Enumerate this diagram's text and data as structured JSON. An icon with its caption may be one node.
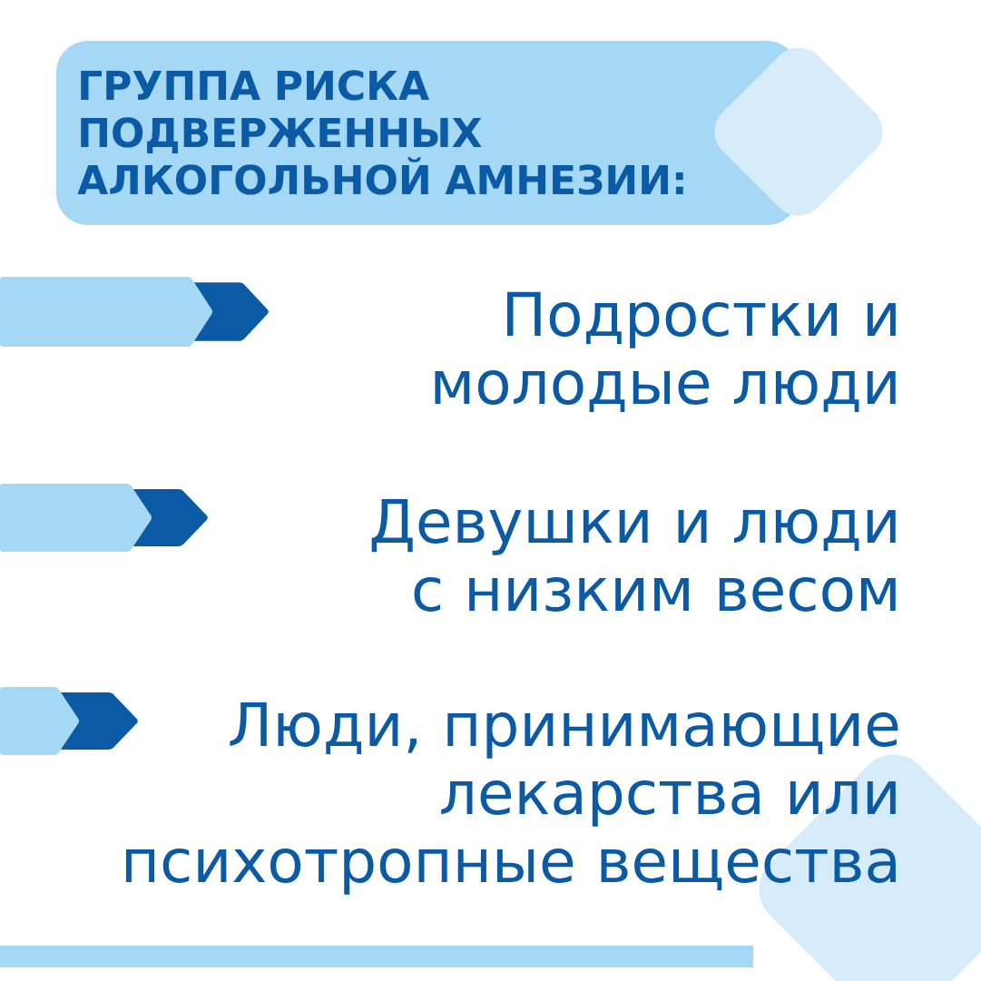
{
  "diagram": {
    "title": "ГРУППА РИСКА ПОДВЕРЖЕННЫХ АЛКОГОЛЬНОЙ АМНЕЗИИ:",
    "labels": [
      "Подростки и молодые люди",
      "Девушки и люди с низким весом",
      "Люди, принимающие лекарства или психотропные вещества"
    ]
  }
}
